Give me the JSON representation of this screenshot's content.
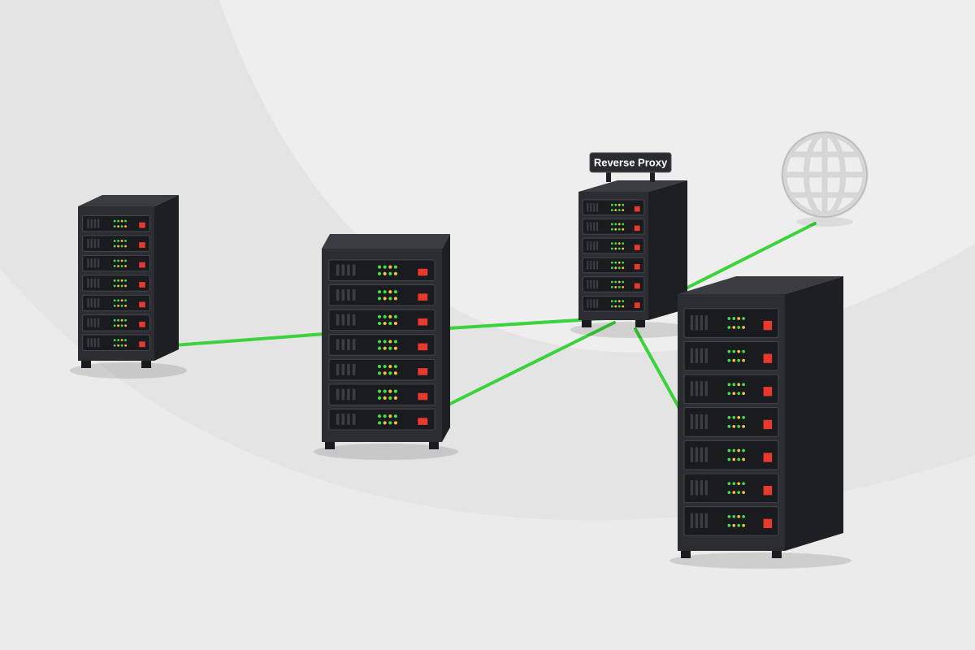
{
  "diagram": {
    "proxy_label": "Reverse Proxy",
    "colors": {
      "background": "#eeeeee",
      "background_arc": "#e3e3e3",
      "connection": "#3bd23b",
      "rack_front": "#2b2d31",
      "rack_side": "#1e1f23",
      "rack_top": "#3a3c41",
      "unit_face": "#1a1b1e",
      "led_green": "#3fe04a",
      "led_amber": "#f2c43a",
      "led_red": "#e8392f",
      "globe": "#d6d6d6"
    },
    "nodes": [
      {
        "id": "server-1",
        "kind": "server",
        "units": 7
      },
      {
        "id": "server-2",
        "kind": "server",
        "units": 7
      },
      {
        "id": "reverse-proxy",
        "kind": "proxy",
        "units": 6
      },
      {
        "id": "server-3",
        "kind": "server",
        "units": 7
      },
      {
        "id": "internet",
        "kind": "globe-icon"
      }
    ],
    "edges": [
      {
        "from": "server-1",
        "to": "server-2"
      },
      {
        "from": "server-2",
        "to": "reverse-proxy"
      },
      {
        "from": "server-2",
        "to": "reverse-proxy"
      },
      {
        "from": "reverse-proxy",
        "to": "server-3"
      },
      {
        "from": "server-3",
        "to": "internet"
      }
    ]
  }
}
